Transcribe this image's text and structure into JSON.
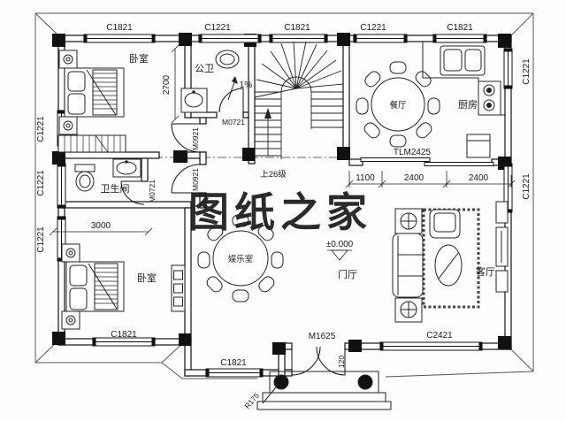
{
  "drawing": {
    "watermark": "图纸之家",
    "watermark_color": "#e2524a"
  },
  "rooms": {
    "bedroom_top": "卧室",
    "bedroom_bottom": "卧室",
    "public_bath": "公卫",
    "bathroom": "卫生间",
    "dining": "餐厅",
    "kitchen": "厨房",
    "recreation": "娱乐室",
    "foyer": "门厅",
    "living": "客厅"
  },
  "windows": {
    "c1821": "C1821",
    "c1221": "C1221",
    "c2421": "C2421"
  },
  "doors": {
    "m0721": "M0721",
    "m0921": "M0921",
    "m1625": "M1625",
    "tlm2425": "TLM2425"
  },
  "dimensions": {
    "d2700": "2700",
    "d3000": "3000",
    "d1100": "1100",
    "d2400a": "2400",
    "d2400b": "2400",
    "level": "±0.000",
    "slope": "1%",
    "radius": "R175",
    "d120": "120"
  },
  "annotations": {
    "stairs": "上26级"
  }
}
